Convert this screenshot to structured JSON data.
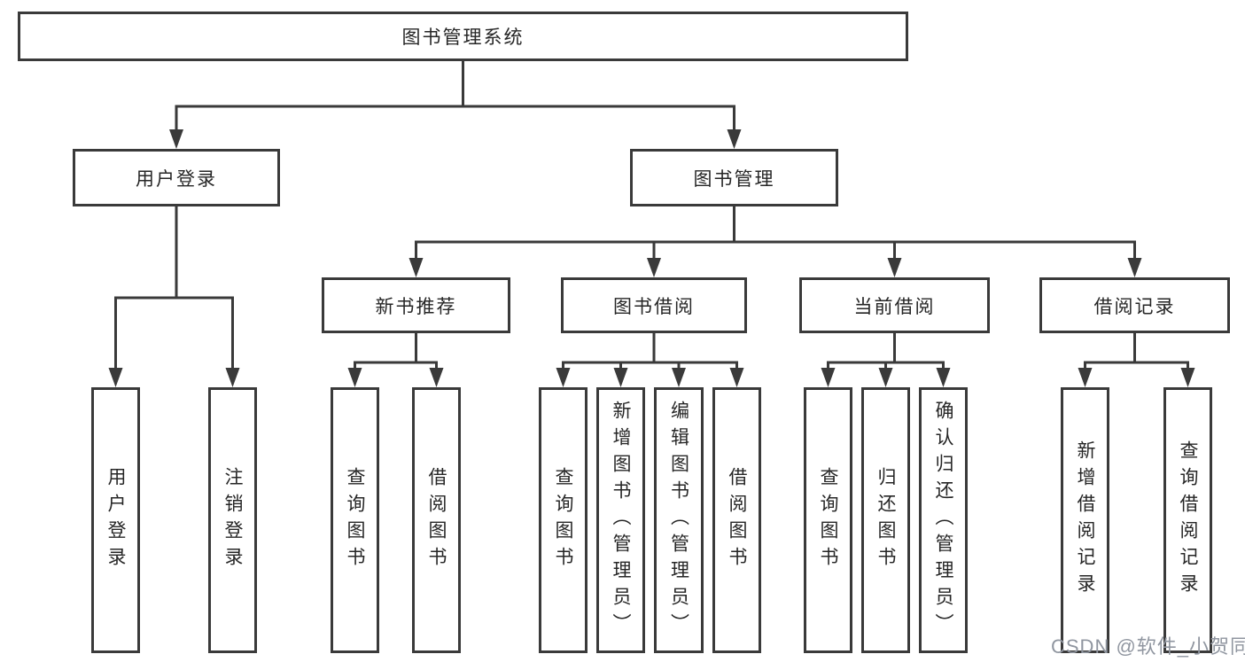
{
  "diagram_title": "图书管理系统",
  "tree": {
    "label": "图书管理系统",
    "children": [
      {
        "label": "用户登录",
        "children": [
          {
            "label": "用户登录"
          },
          {
            "label": "注销登录"
          }
        ]
      },
      {
        "label": "图书管理",
        "children": [
          {
            "label": "新书推荐",
            "children": [
              {
                "label": "查询图书"
              },
              {
                "label": "借阅图书"
              }
            ]
          },
          {
            "label": "图书借阅",
            "children": [
              {
                "label": "查询图书"
              },
              {
                "label": "新增图书（管理员）"
              },
              {
                "label": "编辑图书（管理员）"
              },
              {
                "label": "借阅图书"
              }
            ]
          },
          {
            "label": "当前借阅",
            "children": [
              {
                "label": "查询图书"
              },
              {
                "label": "归还图书"
              },
              {
                "label": "确认归还（管理员）"
              }
            ]
          },
          {
            "label": "借阅记录",
            "children": [
              {
                "label": "新增借阅记录"
              },
              {
                "label": "查询借阅记录"
              }
            ]
          }
        ]
      }
    ]
  },
  "watermark": {
    "text": "CSDN @软件_小贺同学"
  },
  "colors": {
    "line": "#3a3a3a",
    "text": "#262626",
    "watermark": "#9096a0",
    "page-bg": "#ffffff"
  }
}
